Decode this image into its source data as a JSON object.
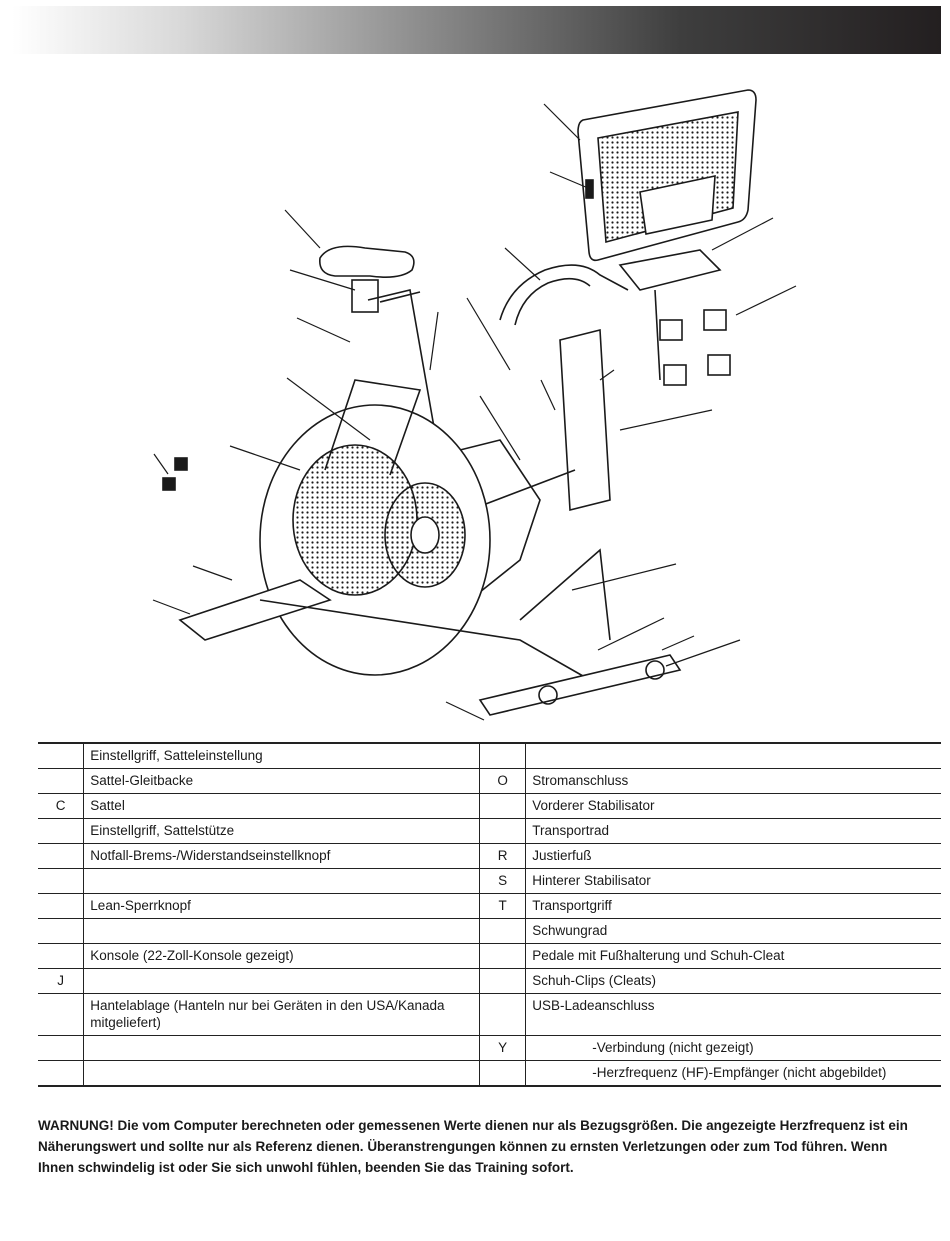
{
  "parts": [
    {
      "l": "",
      "n": "Einstellgriff, Satteleinstellung",
      "l2": "",
      "n2": "",
      "n2_indent": false
    },
    {
      "l": "",
      "n": "Sattel-Gleitbacke",
      "l2": "O",
      "n2": "Stromanschluss",
      "n2_indent": false
    },
    {
      "l": "C",
      "n": "Sattel",
      "l2": "",
      "n2": "Vorderer Stabilisator",
      "n2_indent": false
    },
    {
      "l": "",
      "n": "Einstellgriff, Sattelstütze",
      "l2": "",
      "n2": "Transportrad",
      "n2_indent": false
    },
    {
      "l": "",
      "n": "Notfall-Brems-/Widerstandseinstellknopf",
      "l2": "R",
      "n2": "Justierfuß",
      "n2_indent": false
    },
    {
      "l": "",
      "n": "",
      "l2": "S",
      "n2": "Hinterer Stabilisator",
      "n2_indent": false
    },
    {
      "l": "",
      "n": "Lean-Sperrknopf",
      "l2": "T",
      "n2": "Transportgriff",
      "n2_indent": false
    },
    {
      "l": "",
      "n": "",
      "l2": "",
      "n2": "Schwungrad",
      "n2_indent": false
    },
    {
      "l": "",
      "n": "Konsole (22-Zoll-Konsole gezeigt)",
      "l2": "",
      "n2": "Pedale mit Fußhalterung und Schuh-Cleat",
      "n2_indent": false
    },
    {
      "l": "J",
      "n": "",
      "l2": "",
      "n2": "Schuh-Clips (Cleats)",
      "n2_indent": false
    },
    {
      "l": "",
      "n": "Hantelablage (Hanteln nur bei Geräten in den USA/Kanada mitgeliefert)",
      "l2": "",
      "n2": "USB-Ladeanschluss",
      "n2_indent": false
    },
    {
      "l": "",
      "n": "",
      "l2": "Y",
      "n2": "-Verbindung (nicht gezeigt)",
      "n2_indent": true
    },
    {
      "l": "",
      "n": "",
      "l2": "",
      "n2": "-Herzfrequenz (HF)-Empfänger (nicht abgebildet)",
      "n2_indent": true
    }
  ],
  "warning": "WARNUNG!  Die vom Computer berechneten oder gemessenen Werte dienen nur als Bezugsgrößen. Die angezeigte Herzfrequenz ist ein Näherungswert und sollte nur als Referenz dienen. Überanstrengungen können zu ernsten Verletzungen oder zum Tod führen. Wenn Ihnen schwindelig ist oder Sie sich unwohl fühlen, beenden Sie das Training sofort."
}
